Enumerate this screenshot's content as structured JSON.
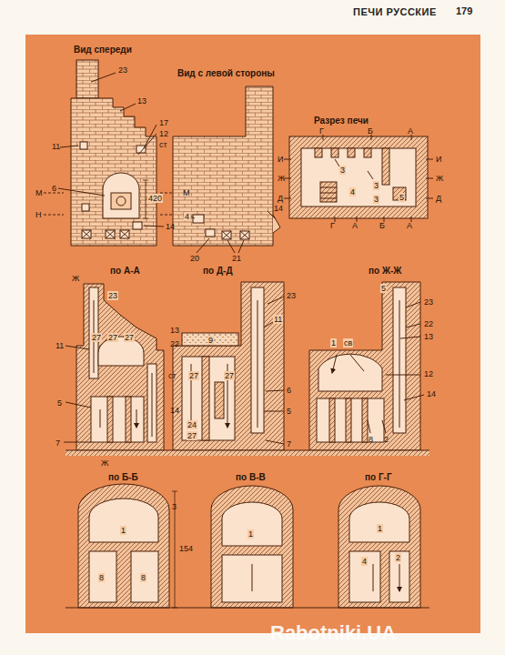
{
  "diagram": {
    "title": "ПЕЧИ РУССКИЕ",
    "labels": [
      "179",
      "Вид спереди",
      "23",
      "13",
      "11",
      "17",
      "12",
      "ст",
      "6",
      "М",
      "М",
      "Н",
      "Н",
      "420",
      "14",
      "Вид с левой стороны",
      "14",
      "4",
      "20",
      "21",
      "Разрез печи",
      "Г",
      "Б",
      "А",
      "И",
      "Ж",
      "Д",
      "И",
      "Ж",
      "Д",
      "3",
      "3",
      "4",
      "3",
      "5",
      "Г",
      "А",
      "Б",
      "А",
      "по А-А",
      "Ж",
      "23",
      "11",
      "27",
      "27",
      "27",
      "13",
      "22",
      "ст",
      "5",
      "14",
      "7",
      "Ж",
      "по Д-Д",
      "23",
      "9",
      "11",
      "27",
      "27",
      "6",
      "5",
      "24",
      "27",
      "7",
      "по Ж-Ж",
      "5",
      "23",
      "22",
      "13",
      "1",
      "св",
      "12",
      "14",
      "8",
      "2",
      "по Б-Б",
      "1",
      "3",
      "8",
      "8",
      "154",
      "по В-В",
      "1",
      "по Г-Г",
      "1",
      "4",
      "2",
      "Rabotniki.UA"
    ]
  }
}
